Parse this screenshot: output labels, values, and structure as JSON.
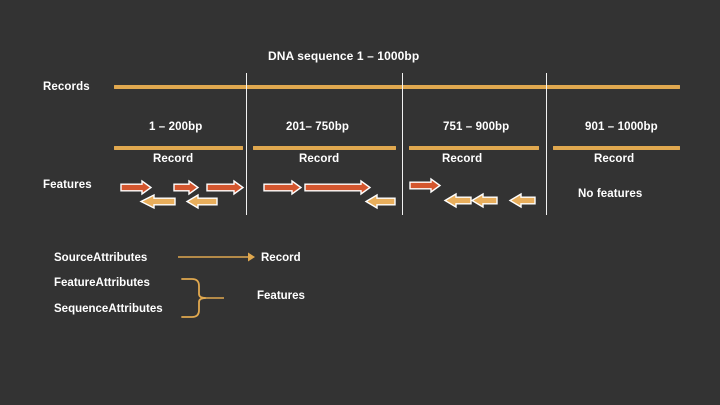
{
  "diagram": {
    "title": "DNA sequence  1 – 1000bp",
    "background_color": "#333333",
    "bar_color": "#E0A84F",
    "forward_feature_color": "#D4562E",
    "reverse_feature_color": "#E8AE5C",
    "divider_color": "#f2f2f2",
    "text_color": "#ffffff"
  },
  "rows": {
    "records_label": "Records",
    "features_label": "Features"
  },
  "records": [
    {
      "range_label": "1 – 200bp",
      "caption": "Record",
      "features_note": "",
      "forward_features": 3,
      "reverse_features": 2
    },
    {
      "range_label": "201– 750bp",
      "caption": "Record",
      "features_note": "",
      "forward_features": 2,
      "reverse_features": 1
    },
    {
      "range_label": "751 – 900bp",
      "caption": "Record",
      "features_note": "",
      "forward_features": 1,
      "reverse_features": 3
    },
    {
      "range_label": "901 – 1000bp",
      "caption": "Record",
      "features_note": "No features",
      "forward_features": 0,
      "reverse_features": 0
    }
  ],
  "legend": {
    "source_attributes": "SourceAttributes",
    "record_target": "Record",
    "feature_attributes": "FeatureAttributes",
    "sequence_attributes": "SequenceAttributes",
    "features_target": "Features"
  }
}
